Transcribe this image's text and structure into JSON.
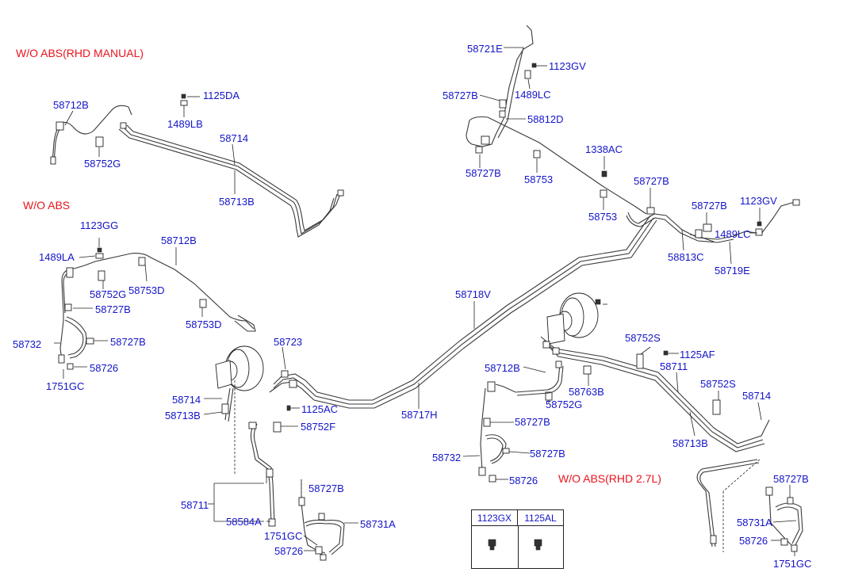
{
  "titles": {
    "rhd_manual": "W/O ABS(RHD MANUAL)",
    "wo_abs": "W/O ABS",
    "rhd_27l": "W/O ABS(RHD 2.7L)"
  },
  "labels": {
    "l_58712B_a": "58712B",
    "l_1125DA": "1125DA",
    "l_1489LB": "1489LB",
    "l_58714_a": "58714",
    "l_58752G_a": "58752G",
    "l_58713B_a": "58713B",
    "l_1123GG": "1123GG",
    "l_58712B_b": "58712B",
    "l_1489LA": "1489LA",
    "l_58752G_b": "58752G",
    "l_58753D_a": "58753D",
    "l_58727B_a": "58727B",
    "l_58753D_b": "58753D",
    "l_58732_a": "58732",
    "l_58727B_b": "58727B",
    "l_58726_a": "58726",
    "l_1751GC_a": "1751GC",
    "l_58723": "58723",
    "l_58714_b": "58714",
    "l_58713B_b": "58713B",
    "l_1125AC": "1125AC",
    "l_58752F": "58752F",
    "l_58717H": "58717H",
    "l_58718V": "58718V",
    "l_58711_a": "58711",
    "l_58584A": "58584A",
    "l_58727B_c": "58727B",
    "l_58731A_a": "58731A",
    "l_1751GC_b": "1751GC",
    "l_58726_b": "58726",
    "l_58721E": "58721E",
    "l_1123GV_a": "1123GV",
    "l_58727B_d": "58727B",
    "l_1489LC_a": "1489LC",
    "l_58812D": "58812D",
    "l_1338AC": "1338AC",
    "l_58727B_e": "58727B",
    "l_58753_a": "58753",
    "l_58727B_f": "58727B",
    "l_58753_b": "58753",
    "l_58727B_g": "58727B",
    "l_1123GV_b": "1123GV",
    "l_1489LC_b": "1489LC",
    "l_58813C": "58813C",
    "l_58719E": "58719E",
    "l_58752S_a": "58752S",
    "l_1125AF": "1125AF",
    "l_58711_b": "58711",
    "l_58712B_c": "58712B",
    "l_58763B": "58763B",
    "l_58752S_b": "58752S",
    "l_58752G_c": "58752G",
    "l_58714_c": "58714",
    "l_58727B_h": "58727B",
    "l_58713B_c": "58713B",
    "l_58732_b": "58732",
    "l_58727B_i": "58727B",
    "l_58726_c": "58726",
    "l_58727B_j": "58727B",
    "l_58731A_b": "58731A",
    "l_58726_d": "58726",
    "l_1751GC_c": "1751GC"
  },
  "legend": {
    "col1": "1123GX",
    "col2": "1125AL"
  },
  "colors": {
    "title_red": "#e8141e",
    "label_blue": "#1414c8",
    "line": "#3a3a3a"
  }
}
